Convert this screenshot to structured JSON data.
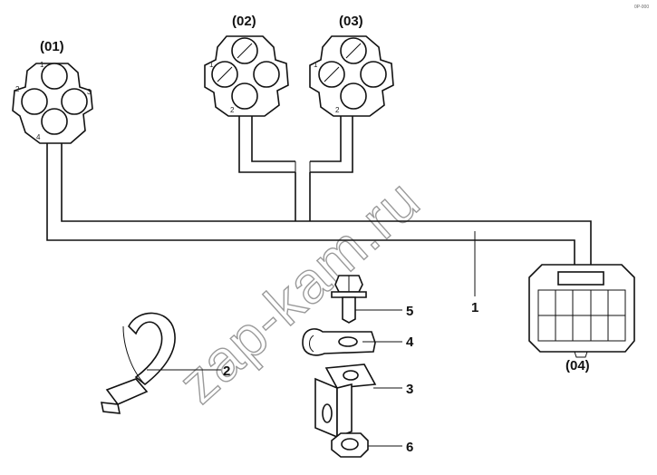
{
  "connectors": [
    {
      "id": "c01",
      "label": "(01)",
      "pins": [
        "1",
        "2",
        "3",
        "4"
      ]
    },
    {
      "id": "c02",
      "label": "(02)",
      "pins": [
        "1",
        "2"
      ]
    },
    {
      "id": "c03",
      "label": "(03)",
      "pins": [
        "1",
        "2"
      ]
    },
    {
      "id": "c04",
      "label": "(04)"
    }
  ],
  "callouts": {
    "harness": "1",
    "cable_tie": "2",
    "bracket": "3",
    "clamp": "4",
    "bolt": "5",
    "nut": "6"
  },
  "corner_note": "0P-000",
  "watermark": "zap-kam.ru"
}
